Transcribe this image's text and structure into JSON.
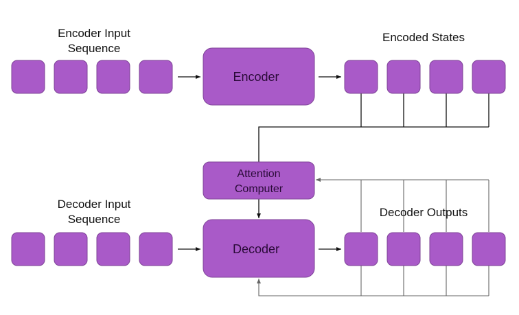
{
  "title": "Encoder-Decoder with Attention",
  "colors": {
    "node_fill": "#a95ac8",
    "node_stroke": "#7d4396",
    "node_text": "#2a0a38",
    "arrow_dark": "#111111",
    "arrow_gray": "#666666",
    "background": "#ffffff"
  },
  "labels": {
    "encoder_input": [
      "Encoder Input",
      "Sequence"
    ],
    "encoded_states": "Encoded States",
    "decoder_input": [
      "Decoder Input",
      "Sequence"
    ],
    "decoder_outputs": "Decoder Outputs"
  },
  "nodes": {
    "encoder": "Encoder",
    "decoder": "Decoder",
    "attention": [
      "Attention",
      "Computer"
    ]
  },
  "sequences": {
    "encoder_input_count": 4,
    "encoded_states_count": 4,
    "decoder_input_count": 4,
    "decoder_outputs_count": 4
  },
  "edges": [
    {
      "from": "encoder-input-sequence",
      "to": "encoder"
    },
    {
      "from": "encoder",
      "to": "encoded-states"
    },
    {
      "from": "encoded-states",
      "to": "attention-computer"
    },
    {
      "from": "attention-computer",
      "to": "decoder"
    },
    {
      "from": "decoder-input-sequence",
      "to": "decoder"
    },
    {
      "from": "decoder",
      "to": "decoder-outputs"
    },
    {
      "from": "decoder-outputs",
      "to": "attention-computer"
    },
    {
      "from": "decoder-outputs",
      "to": "decoder"
    }
  ]
}
